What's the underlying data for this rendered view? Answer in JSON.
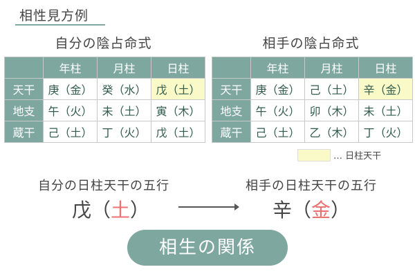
{
  "title": "相性見方例",
  "tables": [
    {
      "title": "自分の陰占命式",
      "columns": [
        "年柱",
        "月柱",
        "日柱"
      ],
      "rows": [
        {
          "label": "天干",
          "cells": [
            "庚（金）",
            "癸（水）",
            "戊（土）"
          ]
        },
        {
          "label": "地支",
          "cells": [
            "午（火）",
            "未（土）",
            "寅（木）"
          ]
        },
        {
          "label": "蔵干",
          "cells": [
            "己（土）",
            "丁（火）",
            "戊（土）"
          ]
        }
      ]
    },
    {
      "title": "相手の陰占命式",
      "columns": [
        "年柱",
        "月柱",
        "日柱"
      ],
      "rows": [
        {
          "label": "天干",
          "cells": [
            "庚（金）",
            "己（土）",
            "辛（金）"
          ]
        },
        {
          "label": "地支",
          "cells": [
            "午（火）",
            "卯（木）",
            "未（土）"
          ]
        },
        {
          "label": "蔵干",
          "cells": [
            "己（土）",
            "乙（木）",
            "丁（火）"
          ]
        }
      ]
    }
  ],
  "legend": "… 日柱天干",
  "self": {
    "label": "自分の日柱天干の五行",
    "stem": "戊",
    "open": "（",
    "element": "土",
    "close": "）"
  },
  "partner": {
    "label": "相手の日柱天干の五行",
    "stem": "辛",
    "open": "（",
    "element": "金",
    "close": "）"
  },
  "result": "相生の関係",
  "colors": {
    "header": "#7ea79f",
    "highlight": "#fafac8",
    "element": "#ec7272",
    "cell_text": "#2f5a4c"
  }
}
